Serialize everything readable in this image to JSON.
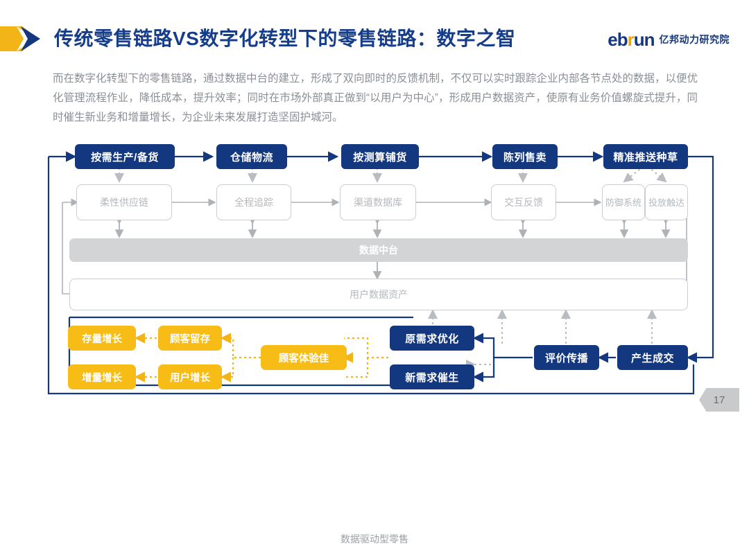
{
  "header": {
    "title": "传统零售链路VS数字化转型下的零售链路：数字之智",
    "logo_word_a": "eb",
    "logo_word_r": "r",
    "logo_word_b": "un",
    "logo_cn": "亿邦动力研究院",
    "accent_blue": "#14387F",
    "accent_yellow": "#F0A500"
  },
  "intro": "而在数字化转型下的零售链路，通过数据中台的建立，形成了双向即时的反馈机制，不仅可以实时跟踪企业内部各节点处的数据，以便优化管理流程作业，降低成本，提升效率；同时在市场外部真正做到“以用户为中心”，形成用户数据资产，使原有业务价值螺旋式提升，同时催生新业务和增量增长，为企业未来发展打造坚固护城河。",
  "diagram": {
    "chain_top": [
      {
        "label": "按需生产/备货"
      },
      {
        "label": "仓储物流"
      },
      {
        "label": "按测算铺货"
      },
      {
        "label": "陈列售卖"
      },
      {
        "label": "精准推送种草"
      }
    ],
    "chain_grey": [
      {
        "label": "柔性供应链"
      },
      {
        "label": "全程追踪"
      },
      {
        "label": "渠道数据库"
      },
      {
        "label": "交互反馈"
      },
      {
        "label": "防御系统"
      },
      {
        "label": "投放触达"
      }
    ],
    "data_platform": "数据中台",
    "user_asset": "用户数据资产",
    "growth_boxes": [
      {
        "label": "存量增长"
      },
      {
        "label": "增量增长"
      },
      {
        "label": "顾客留存"
      },
      {
        "label": "用户增长"
      },
      {
        "label": "顾客体验佳"
      }
    ],
    "demand_boxes": [
      {
        "label": "原需求优化"
      },
      {
        "label": "新需求催生"
      }
    ],
    "bottom_chain": [
      {
        "label": "评价传播"
      },
      {
        "label": "产生成交"
      }
    ],
    "caption": "数据驱动型零售"
  },
  "footer": {
    "page_number": "17"
  }
}
